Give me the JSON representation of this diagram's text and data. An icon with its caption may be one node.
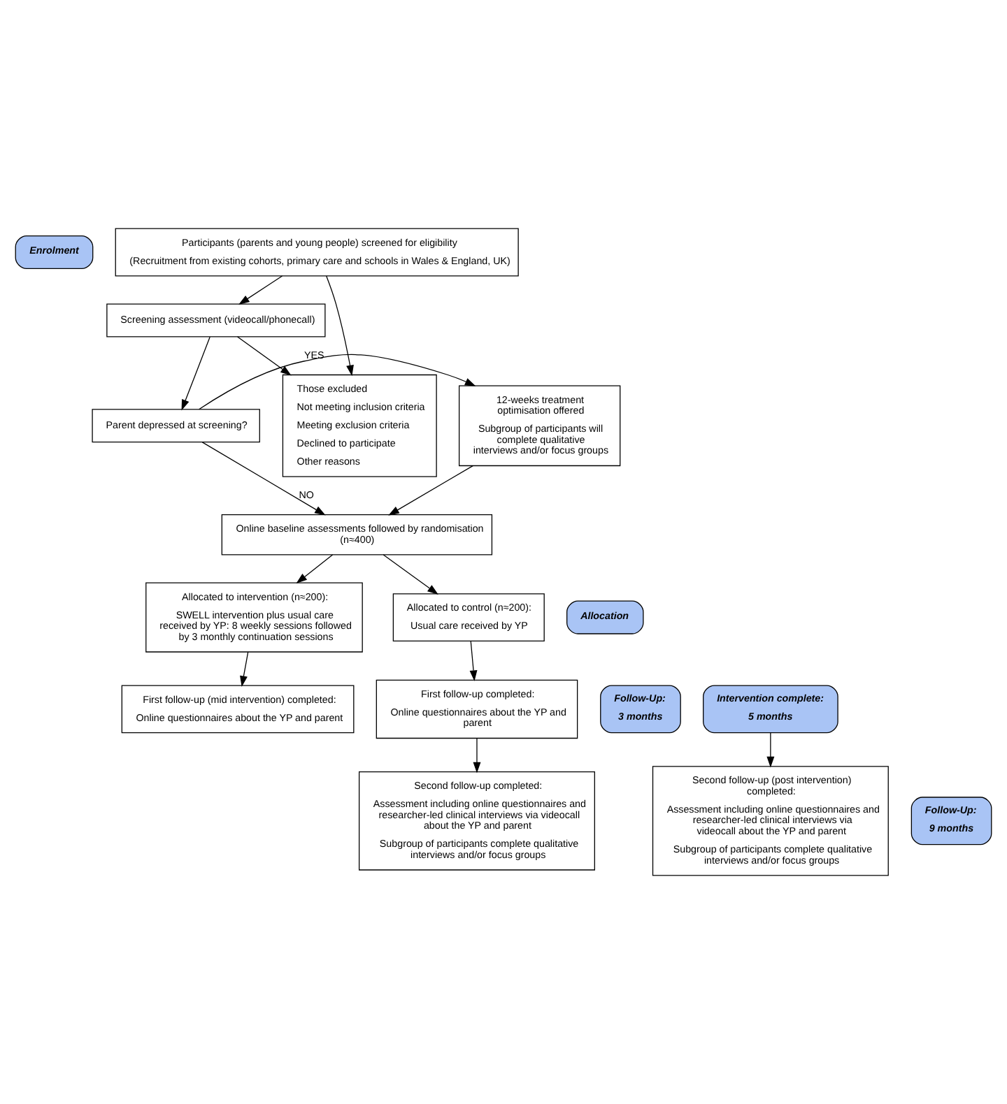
{
  "diagram": {
    "nodes": [
      {
        "text": [
          "Enrolment"
        ]
      },
      {
        "text": [
          "Participants (parents and young people) screened for eligibility",
          "(Recruitment from existing cohorts, primary care and schools in Wales & England, UK)"
        ]
      },
      {
        "text": [
          "Screening assessment (videocall/phonecall)"
        ]
      },
      {
        "text": [
          "Those excluded",
          "Not meeting inclusion criteria",
          "Meeting exclusion criteria",
          "Declined to participate",
          "Other reasons"
        ]
      },
      {
        "text": [
          "12-weeks treatment optimisation offered",
          "Subgroup of participants will complete qualitative interviews and/or focus groups"
        ]
      },
      {
        "text": [
          "Parent depressed at screening?"
        ]
      },
      {
        "text": [
          "Online baseline assessments followed by randomisation (n≈400)"
        ]
      },
      {
        "text": [
          "Allocated to intervention (n≈200):",
          "SWELL intervention plus usual care received by YP: 8 weekly sessions followed by 3 monthly continuation sessions"
        ]
      },
      {
        "text": [
          "Allocation"
        ]
      },
      {
        "text": [
          "Allocated to control (n≈200):",
          "Usual care received by YP"
        ]
      },
      {
        "text": [
          "First follow-up (mid intervention) completed:",
          "Online questionnaires about the YP and parent"
        ]
      },
      {
        "text": [
          "Follow-Up:",
          "3 months"
        ]
      },
      {
        "text": [
          "First follow-up completed:",
          "Online questionnaires about the YP and parent"
        ]
      },
      {
        "text": [
          "Intervention complete:",
          "5 months"
        ]
      },
      {
        "text": [
          "Second follow-up (post intervention) completed:",
          "Assessment including online questionnaires and researcher-led clinical interviews via videocall about the YP and parent",
          "Subgroup of participants complete qualitative interviews and/or focus groups"
        ]
      },
      {
        "text": [
          "Follow-Up:",
          "9 months"
        ]
      },
      {
        "text": [
          "Second follow-up completed:",
          "Assessment including online questionnaires and researcher-led clinical interviews via videocall about the YP and parent",
          "Subgroup of participants complete qualitative interviews and/or focus groups"
        ]
      }
    ],
    "edges": [
      {
        "from": 1,
        "to": 2,
        "arrow": "to"
      },
      {
        "from": 1,
        "to": 3,
        "arrow": "to"
      },
      {
        "from": 2,
        "to": 3,
        "arrow": "to"
      },
      {
        "from": 2,
        "to": 5,
        "arrow": "to"
      },
      {
        "from": 5,
        "to": 4,
        "arrow": "to",
        "label": "YES"
      },
      {
        "from": 4,
        "to": 6,
        "arrow": "to"
      },
      {
        "from": 5,
        "to": 6,
        "arrow": "to",
        "label": "NO"
      },
      {
        "from": 6,
        "to": 7,
        "arrow": "to"
      },
      {
        "from": 6,
        "to": 9,
        "arrow": "to"
      },
      {
        "from": 7,
        "to": 10,
        "arrow": "to"
      },
      {
        "from": 9,
        "to": 12,
        "arrow": "to"
      },
      {
        "from": 13,
        "to": 14,
        "arrow": "to"
      },
      {
        "from": 12,
        "to": 16,
        "arrow": "to"
      }
    ]
  }
}
